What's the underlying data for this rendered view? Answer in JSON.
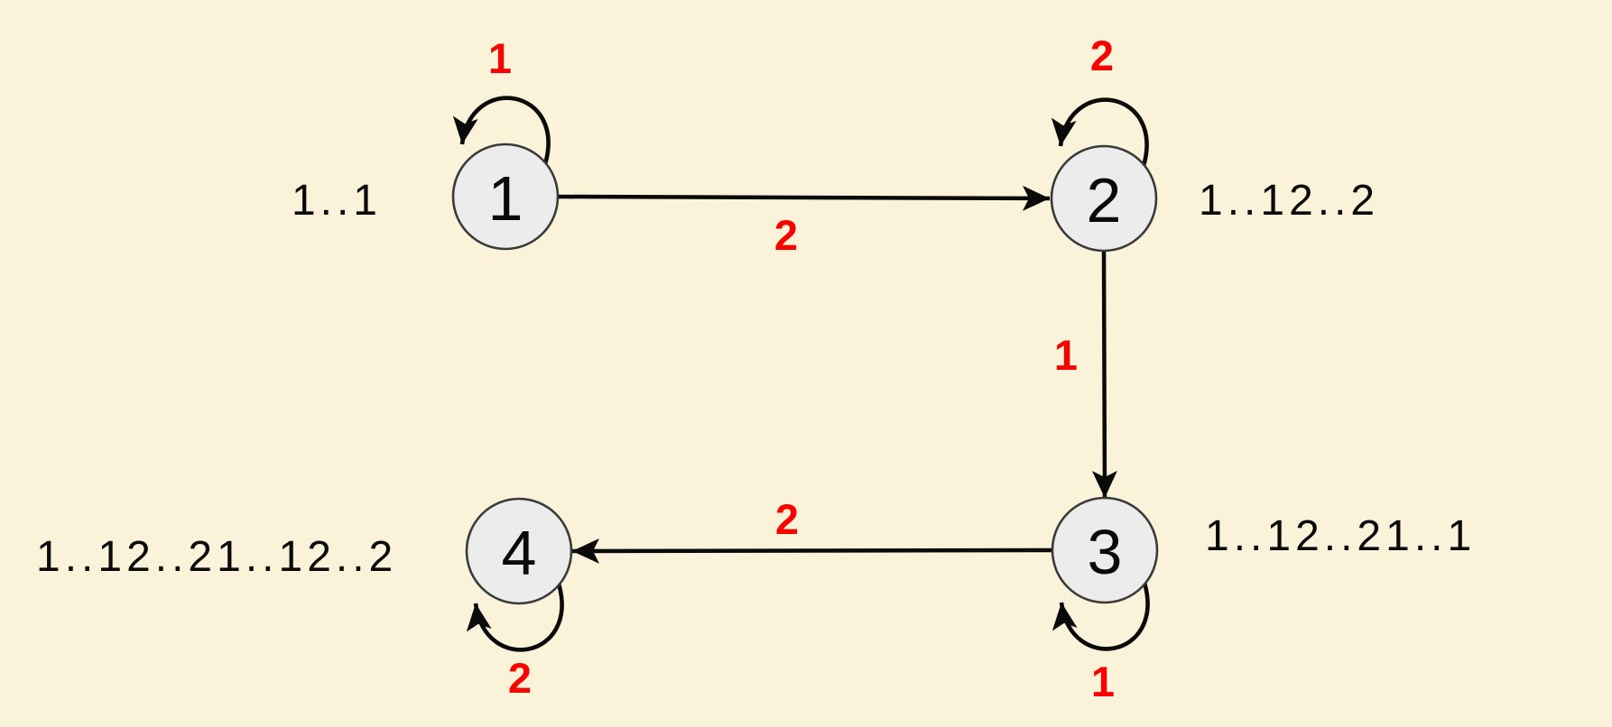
{
  "diagram": {
    "type": "finite-state-automaton",
    "background_color": "#FBF3D9",
    "node_fill_color": "#ECECEC",
    "node_stroke_color": "#3A3A3A",
    "edge_color": "#0A0A0A",
    "transition_label_color": "#F80400",
    "annotation_text_color": "#0A0A0A"
  },
  "nodes": [
    {
      "id": "1",
      "label": "1",
      "annotation": "1..1",
      "self_loop_label": "1",
      "self_loop_position": "top"
    },
    {
      "id": "2",
      "label": "2",
      "annotation": "1..12..2",
      "self_loop_label": "2",
      "self_loop_position": "top"
    },
    {
      "id": "3",
      "label": "3",
      "annotation": "1..12..21..1",
      "self_loop_label": "1",
      "self_loop_position": "bottom"
    },
    {
      "id": "4",
      "label": "4",
      "annotation": "1..12..21..12..2",
      "self_loop_label": "2",
      "self_loop_position": "bottom"
    }
  ],
  "edges": [
    {
      "from": "1",
      "to": "2",
      "label": "2"
    },
    {
      "from": "2",
      "to": "3",
      "label": "1"
    },
    {
      "from": "3",
      "to": "4",
      "label": "2"
    }
  ]
}
